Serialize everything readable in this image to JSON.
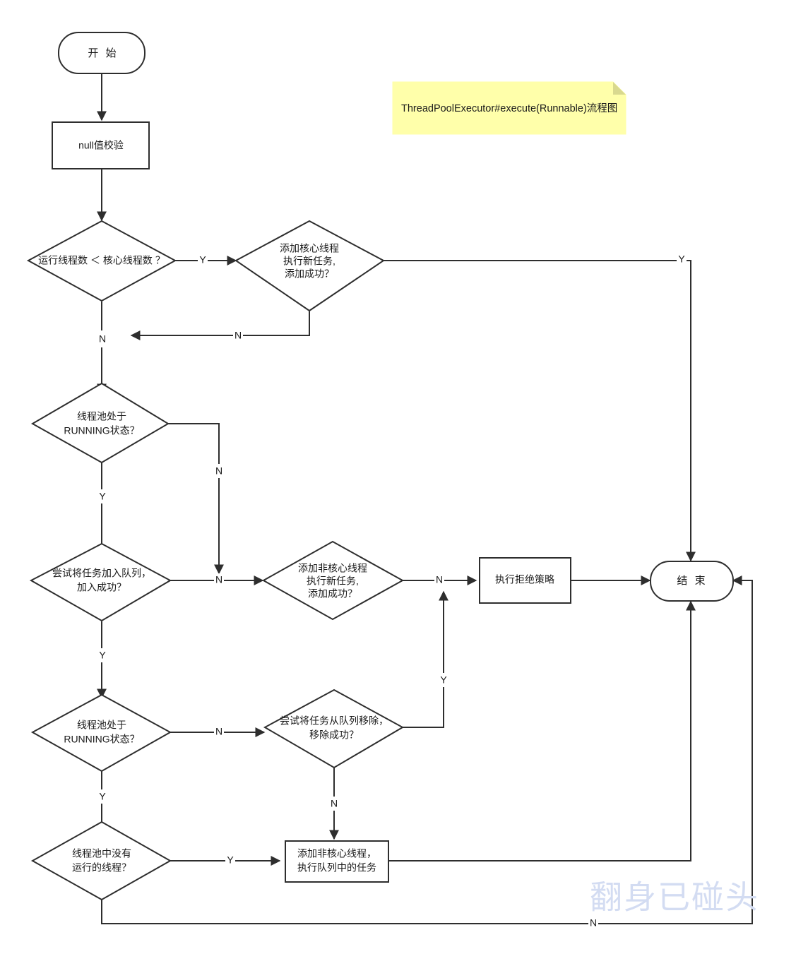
{
  "diagram": {
    "title_note": "ThreadPoolExecutor#execute(Runnable)流程图",
    "watermark": "翻身已碰头",
    "nodes": {
      "start": "开  始",
      "null_check": "null值校验",
      "core_compare_l1": "运行线程数 ＜ 核心线程数 ？",
      "add_core_l1": "添加核心线程",
      "add_core_l2": "执行新任务,",
      "add_core_l3": "添加成功？",
      "running_check1_l1": "线程池处于",
      "running_check1_l2": "RUNNING状态？",
      "offer_queue_l1": "尝试将任务加入队列，",
      "offer_queue_l2": "加入成功？",
      "add_noncore_l1": "添加非核心线程",
      "add_noncore_l2": "执行新任务,",
      "add_noncore_l3": "添加成功？",
      "reject": "执行拒绝策略",
      "end": "结  束",
      "running_check2_l1": "线程池处于",
      "running_check2_l2": "RUNNING状态？",
      "remove_queue_l1": "尝试将任务从队列移除，",
      "remove_queue_l2": "移除成功？",
      "no_running_l1": "线程池中没有",
      "no_running_l2": "运行的线程？",
      "add_noncore_queue_l1": "添加非核心线程，",
      "add_noncore_queue_l2": "执行队列中的任务"
    },
    "edge_labels": {
      "core_yes": "Y",
      "core_no": "N",
      "add_core_yes": "Y",
      "add_core_no": "N",
      "running1_yes": "Y",
      "running1_no": "N",
      "offer_yes": "Y",
      "offer_no": "N",
      "add_noncore_no": "N",
      "running2_yes": "Y",
      "running2_no": "N",
      "remove_yes": "Y",
      "remove_no": "N",
      "no_running_yes": "Y",
      "no_running_no": "N"
    },
    "colors": {
      "stroke": "#2e2e2e",
      "note_fill": "#ffffaa",
      "note_fold": "#d9d98f",
      "watermark": "#d3dcf2",
      "background": "#ffffff"
    }
  }
}
